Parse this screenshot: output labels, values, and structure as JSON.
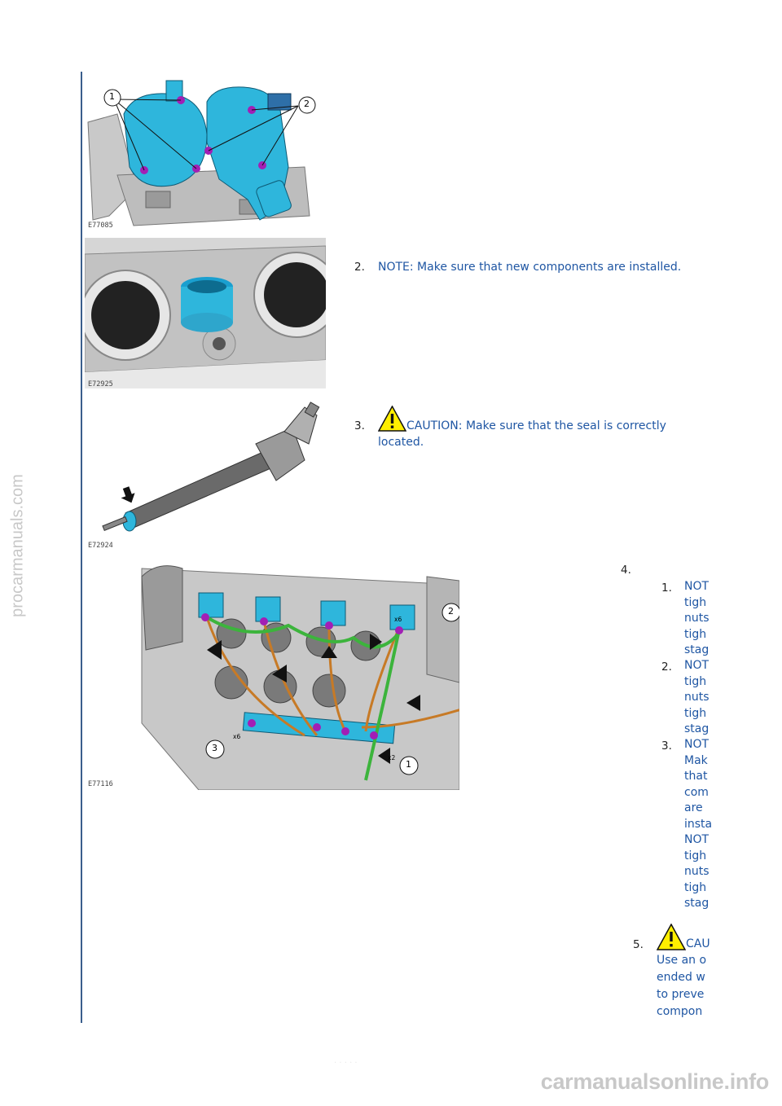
{
  "watermark": {
    "side": "procarmanuals.com",
    "bottom": "carmanualsonline.info"
  },
  "figures": {
    "fig1": {
      "code": "E77085",
      "callouts": [
        "1",
        "2"
      ]
    },
    "fig2": {
      "code": "E72925"
    },
    "fig3": {
      "code": "E72924"
    },
    "fig4": {
      "code": "E77116",
      "callouts": [
        "1",
        "2",
        "3"
      ],
      "tags": [
        "x2",
        "x6",
        "x6"
      ]
    }
  },
  "steps": {
    "s2": {
      "num": "2.",
      "text": "NOTE: Make sure that new components are installed."
    },
    "s3": {
      "num": "3.",
      "line1": "CAUTION: Make sure that the seal is correctly",
      "line2": "located."
    },
    "s4": {
      "num": "4.",
      "sub1": {
        "num": "1.",
        "lines": [
          "NOT",
          "tigh",
          "nuts",
          "tigh",
          "stag"
        ]
      },
      "sub2": {
        "num": "2.",
        "lines": [
          "NOT",
          "tigh",
          "nuts",
          "tigh",
          "stag"
        ]
      },
      "sub3": {
        "num": "3.",
        "lines": [
          "NOT",
          "Mak",
          "that",
          "com",
          "are",
          "insta",
          "NOT",
          "tigh",
          "nuts",
          "tigh",
          "stag"
        ]
      }
    },
    "s5": {
      "num": "5.",
      "lines": [
        "CAU",
        "Use an o",
        "ended w",
        "to preve",
        "compon"
      ]
    }
  },
  "footer": "· · ·   · ·",
  "colors": {
    "link": "#1f56a3",
    "rule": "#3a5e8c",
    "part": "#2eb6dc",
    "fastener": "#a21fb5"
  }
}
